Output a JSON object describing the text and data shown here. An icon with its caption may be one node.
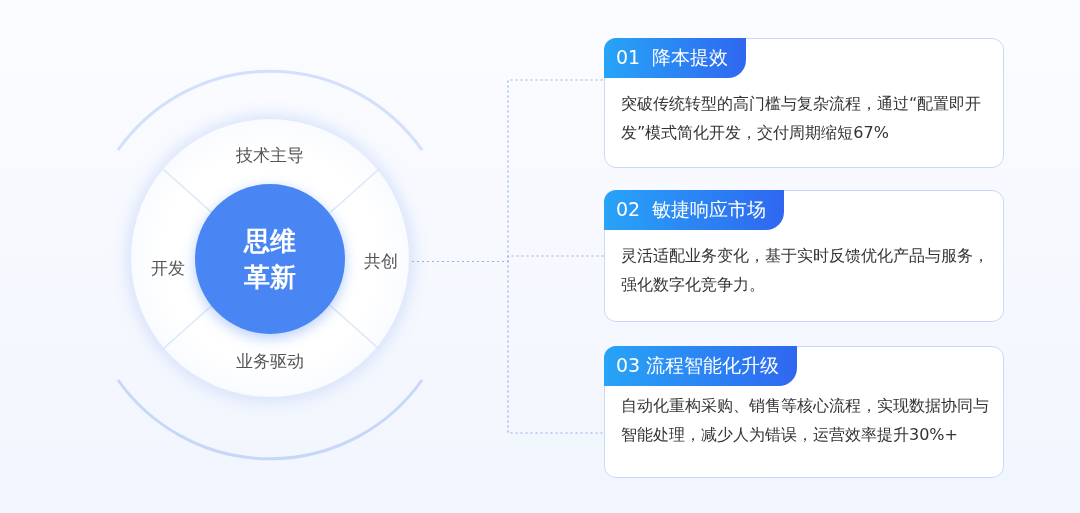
{
  "diagram": {
    "nodes": [
      {
        "text": [],
        "shape": "circle"
      },
      {
        "text": [
          "技术主导"
        ],
        "in": 0
      },
      {
        "text": [
          "开发"
        ],
        "in": 0
      },
      {
        "text": [
          "思维革新"
        ],
        "in": 0
      },
      {
        "text": [
          "共创"
        ],
        "in": 0
      },
      {
        "text": [
          "业务驱动"
        ],
        "in": 0
      },
      {
        "text": [
          "01  降本提效",
          "突破传统转型的高门槛与复杂流程，通过“配置即开发”模式简化开发，交付周期缩短67%"
        ]
      },
      {
        "text": [
          "02  敏捷响应市场",
          "灵活适配业务变化，基于实时反馈优化产品与服务，强化数字化竞争力。"
        ]
      },
      {
        "text": [
          "03 流程智能化升级",
          "自动化重构采购、销售等核心流程，实现数据协同与智能处理，减少人为错误，运营效率提升30%+"
        ]
      }
    ],
    "edges": [
      {
        "from": 4,
        "to": 6,
        "arrow": "none",
        "style": "dashed"
      },
      {
        "from": 4,
        "to": 7,
        "arrow": "none",
        "style": "dashed"
      },
      {
        "from": 4,
        "to": 8,
        "arrow": "none",
        "style": "dashed"
      }
    ]
  }
}
